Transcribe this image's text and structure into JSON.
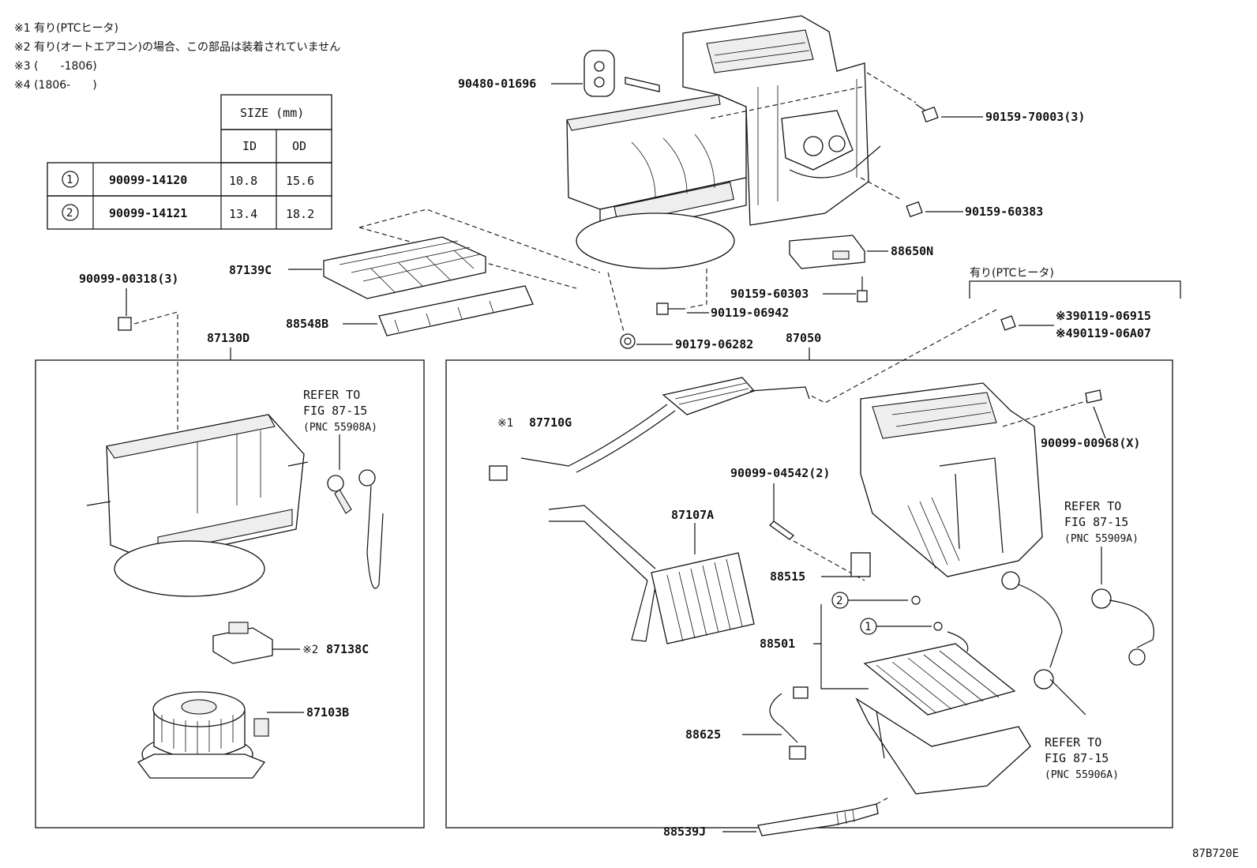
{
  "notes": [
    "※1 有り(PTCヒータ)",
    "※2 有り(オートエアコン)の場合、この部品は装着されていません",
    "※3 (　　-1806)",
    "※4 (1806-　　)"
  ],
  "size_table": {
    "header": "SIZE (mm)",
    "col_id": "ID",
    "col_od": "OD",
    "rows": [
      {
        "mark": "1",
        "part": "90099-14120",
        "id": "10.8",
        "od": "15.6"
      },
      {
        "mark": "2",
        "part": "90099-14121",
        "id": "13.4",
        "od": "18.2"
      }
    ]
  },
  "parts": {
    "p90480": "90480-01696",
    "p90159_70003": "90159-70003(3)",
    "p90159_60383": "90159-60383",
    "p88650N": "88650N",
    "p90159_60303": "90159-60303",
    "p90119_06942": "90119-06942",
    "p90179_06282": "90179-06282",
    "p87139C": "87139C",
    "p88548B": "88548B",
    "p90099_00318": "90099-00318(3)",
    "p87130D": "87130D",
    "p87050": "87050",
    "p87138C": "87138C",
    "p87138C_mark": "※2",
    "p87103B": "87103B",
    "p87710G": "87710G",
    "p87710G_mark": "※1",
    "p87107A": "87107A",
    "p90099_04542": "90099-04542(2)",
    "p90099_00968": "90099-00968(X)",
    "p88515": "88515",
    "p88501": "88501",
    "p88625": "88625",
    "p88539J": "88539J",
    "ptc_label": "有り(PTCヒータ)",
    "p90119_06915": "※390119-06915",
    "p90119_06A07": "※490119-06A07",
    "mark1": "1",
    "mark2": "2"
  },
  "refs": [
    {
      "line1": "REFER TO",
      "line2": "FIG 87-15",
      "line3": "(PNC 55908A)"
    },
    {
      "line1": "REFER TO",
      "line2": "FIG 87-15",
      "line3": "(PNC 55909A)"
    },
    {
      "line1": "REFER TO",
      "line2": "FIG 87-15",
      "line3": "(PNC 55906A)"
    }
  ],
  "figure_code": "87B720E"
}
